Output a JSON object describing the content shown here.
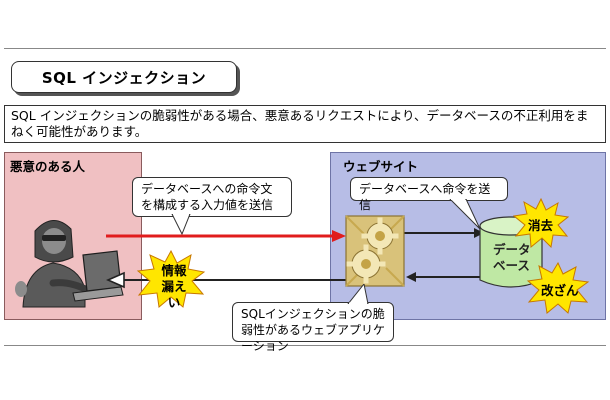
{
  "title": "SQL インジェクション",
  "description": "SQL インジェクションの脆弱性がある場合、悪意あるリクエストにより、データベースの不正利用をまねく可能性があります。",
  "attacker": {
    "label": "悪意のある人"
  },
  "website": {
    "label": "ウェブサイト"
  },
  "callouts": {
    "input": "データベースへの命令文を構成する入力値を送信",
    "db_command": "データベースへ命令を送信",
    "vuln_app": "SQLインジェクションの脆弱性があるウェブアプリケーション"
  },
  "database": {
    "label": "データベース"
  },
  "bursts": {
    "delete": "消去",
    "tamper": "改ざん",
    "leak": "情報漏えい"
  },
  "colors": {
    "attacker_bg": "#f0c0c2",
    "site_bg": "#b7bde6",
    "attack_arrow": "#e11d1d",
    "burst_fill": "#ffe600",
    "db_fill": "#bfe8a4"
  }
}
